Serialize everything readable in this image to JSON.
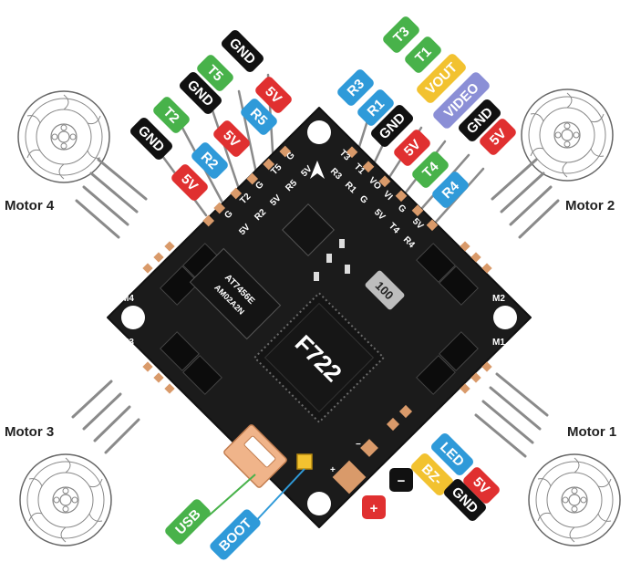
{
  "colors": {
    "black": "#111111",
    "red": "#e03030",
    "green": "#48b24a",
    "blue": "#2f9ad9",
    "yellow": "#f2c230",
    "purple": "#8b8fd6",
    "pcb": "#1b1b1b",
    "pad": "#d99a6a"
  },
  "motors": {
    "m4": "Motor 4",
    "m2": "Motor 2",
    "m3": "Motor 3",
    "m1": "Motor 1"
  },
  "board": {
    "mcu_label": "F722",
    "chip_top": "AT7456E",
    "chip_bottom": "AM02A2N",
    "cap_label": "100",
    "corner_m4": "M4",
    "corner_m3": "M3",
    "corner_m2": "M2",
    "corner_m1": "M1",
    "plus": "+",
    "minus": "−",
    "silk_left_a": [
      "G",
      "T2",
      "G",
      "T5",
      "G"
    ],
    "silk_left_b": [
      "5V",
      "R2",
      "5V",
      "R5",
      "5V"
    ],
    "silk_right_a": [
      "T3",
      "T1",
      "VO",
      "VI",
      "G",
      "5V"
    ],
    "silk_right_b": [
      "R3",
      "R1",
      "G",
      "5V",
      "T4",
      "R4"
    ]
  },
  "left_tags": [
    {
      "text": "GND",
      "color": "black"
    },
    {
      "text": "5V",
      "color": "red"
    },
    {
      "text": "T5",
      "color": "green"
    },
    {
      "text": "GND",
      "color": "black"
    },
    {
      "text": "R5",
      "color": "blue"
    },
    {
      "text": "T2",
      "color": "green"
    },
    {
      "text": "5V",
      "color": "red"
    },
    {
      "text": "GND",
      "color": "black"
    },
    {
      "text": "R2",
      "color": "blue"
    },
    {
      "text": "5V",
      "color": "red"
    }
  ],
  "right_tags": [
    {
      "text": "T3",
      "color": "green"
    },
    {
      "text": "R3",
      "color": "blue"
    },
    {
      "text": "T1",
      "color": "green"
    },
    {
      "text": "VOUT",
      "color": "yellow"
    },
    {
      "text": "R1",
      "color": "blue"
    },
    {
      "text": "VIDEO",
      "color": "purple"
    },
    {
      "text": "GND",
      "color": "black"
    },
    {
      "text": "GND",
      "color": "black"
    },
    {
      "text": "5V",
      "color": "red"
    },
    {
      "text": "5V",
      "color": "red"
    },
    {
      "text": "T4",
      "color": "green"
    },
    {
      "text": "R4",
      "color": "blue"
    }
  ],
  "bottom_tags": [
    {
      "text": "LED",
      "color": "blue"
    },
    {
      "text": "BZ-",
      "color": "yellow"
    },
    {
      "text": "5V",
      "color": "red"
    },
    {
      "text": "GND",
      "color": "black"
    }
  ],
  "connectors": {
    "usb": "USB",
    "boot": "BOOT",
    "plus_badge": "+",
    "minus_badge": "−"
  }
}
